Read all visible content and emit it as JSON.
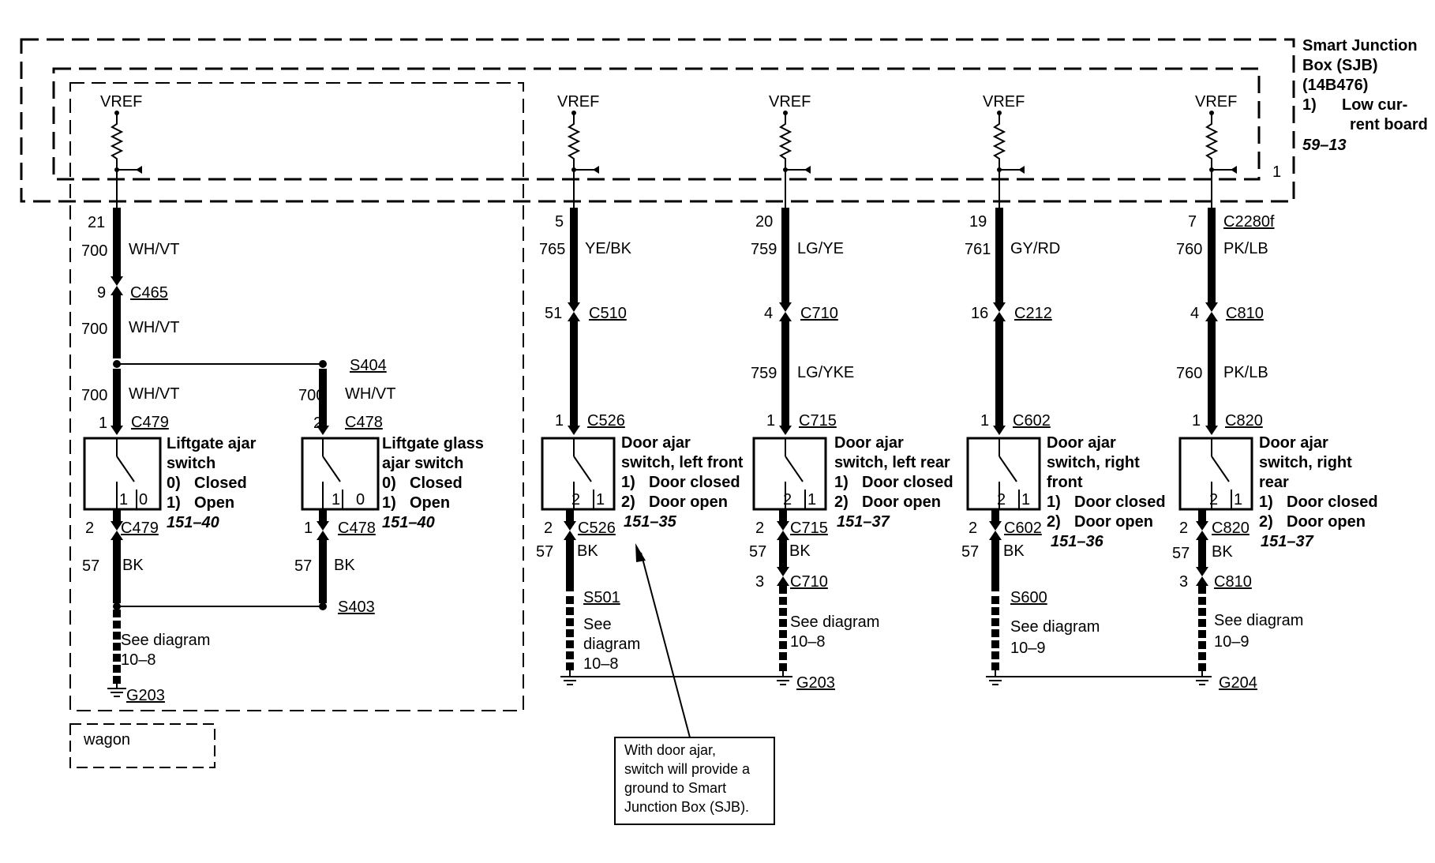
{
  "sjb": {
    "title_lines": [
      "Smart Junction",
      "Box (SJB)",
      "(14B476)"
    ],
    "item_num": "1)",
    "item_lines": [
      "Low cur-",
      "rent board"
    ],
    "ref": "59–13",
    "pin_label": "1"
  },
  "vref_label": "VREF",
  "wagon_label": "wagon",
  "note_lines": [
    "With door ajar,",
    "switch will provide a",
    "ground to Smart",
    "Junction Box (SJB)."
  ],
  "circuits": [
    {
      "id": "liftgate",
      "sjb_pin": "21",
      "wires": [
        {
          "num": "700",
          "color": "WH/VT"
        },
        {
          "num": "700",
          "color": "WH/VT"
        },
        {
          "num": "700",
          "color": "WH/VT"
        }
      ],
      "connector_mid": {
        "pin": "9",
        "name": "C465"
      },
      "splice_top": "S404",
      "sw_top": {
        "pin": "1",
        "name": "C479"
      },
      "switch": {
        "title": [
          "Liftgate ajar",
          "switch"
        ],
        "states": [
          [
            "0)",
            "Closed"
          ],
          [
            "1)",
            "Open"
          ]
        ],
        "ref": "151–40",
        "pins": [
          "1",
          "0"
        ]
      },
      "sw_bot": {
        "pin": "2",
        "name": "C479"
      },
      "ground_wire": {
        "num": "57",
        "color": "BK"
      },
      "splice_bot": "S403",
      "see": [
        "See diagram",
        "10–8"
      ],
      "ground": "G203"
    },
    {
      "id": "liftgate-glass",
      "wires": [
        {
          "num": "700",
          "color": "WH/VT"
        }
      ],
      "sw_top": {
        "pin": "2",
        "name": "C478"
      },
      "switch": {
        "title": [
          "Liftgate glass",
          "ajar switch"
        ],
        "states": [
          [
            "0)",
            "Closed"
          ],
          [
            "1)",
            "Open"
          ]
        ],
        "ref": "151–40",
        "pins": [
          "1",
          "0"
        ]
      },
      "sw_bot": {
        "pin": "1",
        "name": "C478"
      },
      "ground_wire": {
        "num": "57",
        "color": "BK"
      }
    },
    {
      "id": "left-front",
      "sjb_pin": "5",
      "wires": [
        {
          "num": "765",
          "color": "YE/BK"
        }
      ],
      "connector_mid": {
        "pin": "51",
        "name": "C510"
      },
      "sw_top": {
        "pin": "1",
        "name": "C526"
      },
      "switch": {
        "title": [
          "Door ajar",
          "switch, left front"
        ],
        "states": [
          [
            "1)",
            "Door closed"
          ],
          [
            "2)",
            "Door open"
          ]
        ],
        "ref": "151–35",
        "pins": [
          "2",
          "1"
        ]
      },
      "sw_bot": {
        "pin": "2",
        "name": "C526"
      },
      "ground_wire": {
        "num": "57",
        "color": "BK"
      },
      "splice_bot": "S501",
      "see": [
        "See",
        "diagram",
        "10–8"
      ]
    },
    {
      "id": "left-rear",
      "sjb_pin": "20",
      "wires": [
        {
          "num": "759",
          "color": "LG/YE"
        },
        {
          "num": "759",
          "color": "LG/YKE"
        }
      ],
      "connector_mid": {
        "pin": "4",
        "name": "C710"
      },
      "sw_top": {
        "pin": "1",
        "name": "C715"
      },
      "switch": {
        "title": [
          "Door ajar",
          "switch, left rear"
        ],
        "states": [
          [
            "1)",
            "Door closed"
          ],
          [
            "2)",
            "Door open"
          ]
        ],
        "ref": "151–37",
        "pins": [
          "2",
          "1"
        ]
      },
      "sw_bot": {
        "pin": "2",
        "name": "C715"
      },
      "ground_wire": {
        "num": "57",
        "color": "BK"
      },
      "connector_bot": {
        "pin": "3",
        "name": "C710"
      },
      "see": [
        "See diagram",
        "10–8"
      ],
      "ground": "G203"
    },
    {
      "id": "right-front",
      "sjb_pin": "19",
      "wires": [
        {
          "num": "761",
          "color": "GY/RD"
        }
      ],
      "connector_mid": {
        "pin": "16",
        "name": "C212"
      },
      "sw_top": {
        "pin": "1",
        "name": "C602"
      },
      "switch": {
        "title": [
          "Door ajar",
          "switch, right",
          "front"
        ],
        "states": [
          [
            "1)",
            "Door closed"
          ],
          [
            "2)",
            "Door open"
          ]
        ],
        "ref": "151–36",
        "pins": [
          "2",
          "1"
        ]
      },
      "sw_bot": {
        "pin": "2",
        "name": "C602"
      },
      "ground_wire": {
        "num": "57",
        "color": "BK"
      },
      "splice_bot": "S600",
      "see": [
        "See diagram",
        "10–9"
      ]
    },
    {
      "id": "right-rear",
      "sjb_pin": "7",
      "sjb_conn": "C2280f",
      "wires": [
        {
          "num": "760",
          "color": "PK/LB"
        },
        {
          "num": "760",
          "color": "PK/LB"
        }
      ],
      "connector_mid": {
        "pin": "4",
        "name": "C810"
      },
      "sw_top": {
        "pin": "1",
        "name": "C820"
      },
      "switch": {
        "title": [
          "Door ajar",
          "switch, right",
          "rear"
        ],
        "states": [
          [
            "1)",
            "Door closed"
          ],
          [
            "2)",
            "Door open"
          ]
        ],
        "ref": "151–37",
        "pins": [
          "2",
          "1"
        ]
      },
      "sw_bot": {
        "pin": "2",
        "name": "C820"
      },
      "ground_wire": {
        "num": "57",
        "color": "BK"
      },
      "connector_bot": {
        "pin": "3",
        "name": "C810"
      },
      "see": [
        "See diagram",
        "10–9"
      ],
      "ground": "G204"
    }
  ]
}
